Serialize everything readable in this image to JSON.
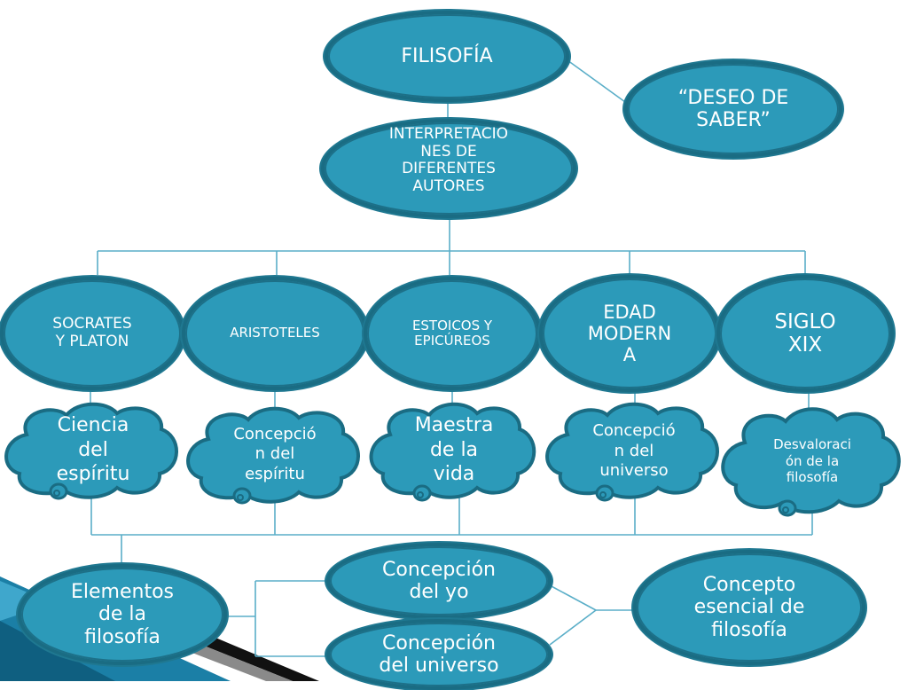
{
  "root": {
    "label": "FILISOFÍA"
  },
  "definition": {
    "label": "“DESEO DE\nSABER”"
  },
  "interpretations": {
    "label": "INTERPRETACIO\nNES DE\nDIFERENTES\nAUTORES"
  },
  "authors": [
    {
      "label": "SOCRATES\nY PLATON"
    },
    {
      "label": "ARISTOTELES"
    },
    {
      "label": "ESTOICOS Y\nEPICÚREOS"
    },
    {
      "label": "EDAD\nMODERN\nA"
    },
    {
      "label": "SIGLO\nXIX"
    }
  ],
  "concepts": [
    {
      "label": "Ciencia\ndel\nespíritu"
    },
    {
      "label": "Concepció\nn del\nespíritu"
    },
    {
      "label": "Maestra\nde la\nvida"
    },
    {
      "label": "Concepció\nn del\nuniverso"
    },
    {
      "label": "Desvaloraci\nón de la\nfilosofía"
    }
  ],
  "elements": {
    "label": "Elementos\nde la\nfilosofía"
  },
  "self": {
    "label": "Concepción\ndel yo"
  },
  "universe": {
    "label": "Concepción\ndel universo"
  },
  "essential": {
    "label": "Concepto\nesencial de\nfilosofía"
  },
  "colors": {
    "node_fill": "#2c9ab9",
    "node_border": "#1a6c83",
    "connector": "#5aaec8",
    "corner_accent": "#1b7fa6",
    "text": "#ffffff"
  }
}
